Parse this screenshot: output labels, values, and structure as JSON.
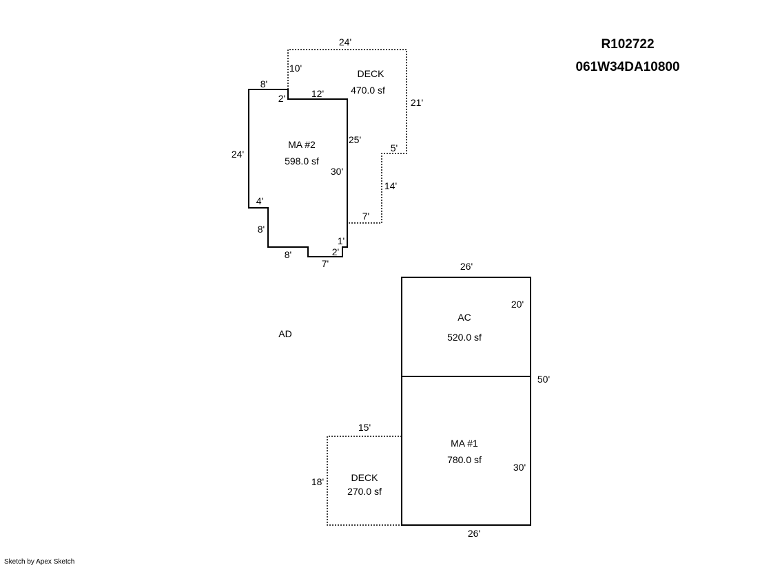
{
  "header": {
    "parcel_id": "R102722",
    "map_number": "061W34DA10800"
  },
  "credit": "Sketch by Apex Sketch",
  "loose_labels": {
    "ad": "AD"
  },
  "areas": {
    "ma2": {
      "name": "MA #2",
      "area": "598.0 sf"
    },
    "deck_upper": {
      "name": "DECK",
      "area": "470.0 sf"
    },
    "ac": {
      "name": "AC",
      "area": "520.0 sf"
    },
    "ma1": {
      "name": "MA #1",
      "area": "780.0 sf"
    },
    "deck_lower": {
      "name": "DECK",
      "area": "270.0 sf"
    }
  },
  "dimensions": {
    "deck_upper_top": "24'",
    "deck_upper_left": "10'",
    "deck_upper_right": "21'",
    "deck_upper_step": "5'",
    "deck_upper_lower_right": "14'",
    "deck_upper_bottom": "7'",
    "ma2_top_left": "8'",
    "ma2_notch": "2'",
    "ma2_top": "12'",
    "ma2_left": "24'",
    "ma2_right_upper": "25'",
    "ma2_right": "30'",
    "ma2_step_a": "4'",
    "ma2_step_b": "8'",
    "ma2_bottom_left": "8'",
    "ma2_bottom": "7'",
    "ma2_bottom_notch": "2'",
    "ma2_bottom_right": "1'",
    "ac_top": "26'",
    "ac_right": "20'",
    "total_right": "50'",
    "ma1_right": "30'",
    "ma1_bottom": "26'",
    "deck_lower_top": "15'",
    "deck_lower_left": "18'"
  }
}
